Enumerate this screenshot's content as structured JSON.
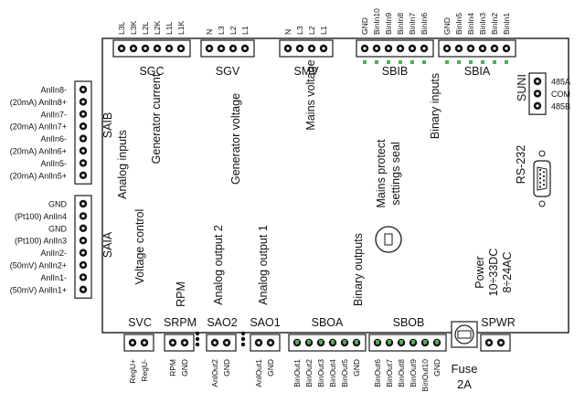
{
  "top_connectors": [
    {
      "label": "SGC",
      "pins": [
        "L3L",
        "L3K",
        "L2L",
        "L2K",
        "L1L",
        "L1K"
      ],
      "title": "Generator current"
    },
    {
      "label": "SGV",
      "pins": [
        "N",
        "L3",
        "L2",
        "L1"
      ],
      "title": "Generator voltage"
    },
    {
      "label": "SMV",
      "pins": [
        "N",
        "L3",
        "L2",
        "L1"
      ],
      "title": "Mains voltage"
    },
    {
      "label": "SBIB",
      "pins": [
        "GND",
        "BinIn10",
        "BinIn9",
        "BinIn8",
        "BinIn7",
        "BinIn6"
      ],
      "title": "Binary inputs"
    },
    {
      "label": "SBIA",
      "pins": [
        "GND",
        "BinIn5",
        "BinIn4",
        "BinIn3",
        "BinIn2",
        "BinIn1"
      ]
    }
  ],
  "left_connectors": [
    {
      "label": "SAIB",
      "pins": [
        "AnlIn8-",
        "(20mA) AnlIn8+",
        "AnlIn7-",
        "(20mA) AnlIn7+",
        "AnlIn6-",
        "(20mA) AnlIn6+",
        "AnlIn5-",
        "(20mA) AnlIn5+"
      ]
    },
    {
      "label": "SAIA",
      "pins": [
        "GND",
        "(Pt100) AnlIn4",
        "GND",
        "(Pt100) AnlIn3",
        "AnlIn2-",
        "(50mV) AnlIn2+",
        "AnlIn1-",
        "(50mV) AnlIn1+"
      ]
    }
  ],
  "analog_inputs_title": "Analog inputs",
  "suni": {
    "label": "SUNI",
    "pins": [
      "485A",
      "COM",
      "485B"
    ]
  },
  "rs232": {
    "label": "RS-232"
  },
  "seal": {
    "title_line1": "Mains protect",
    "title_line2": "settings seal"
  },
  "binary_outputs_title": "Binary outputs",
  "bottom_connectors": [
    {
      "label": "SVC",
      "pins": [
        "RegU+",
        "RegU-"
      ],
      "title": "Voltage control"
    },
    {
      "label": "SRPM",
      "pins": [
        "RPM",
        "GND"
      ],
      "title": "RPM"
    },
    {
      "label": "SAO2",
      "pins": [
        "AnlOut2",
        "GND"
      ],
      "title": "Analog output 2"
    },
    {
      "label": "SAO1",
      "pins": [
        "AnlOut1",
        "GND"
      ],
      "title": "Analog output 1"
    },
    {
      "label": "SBOA",
      "pins": [
        "BinOut1",
        "BinOut2",
        "BinOut3",
        "BinOut4",
        "BinOut5",
        "GND"
      ]
    },
    {
      "label": "SBOB",
      "pins": [
        "BinOut6",
        "BinOut7",
        "BinOut8",
        "BinOut9",
        "BinOut10",
        "GND"
      ]
    },
    {
      "label": "SPWR",
      "pins": []
    }
  ],
  "power": {
    "line1": "Power",
    "line2": "10÷33DC",
    "line3": "8÷24AC"
  },
  "fuse": {
    "line1": "Fuse",
    "line2": "2A"
  },
  "colors": {
    "line": "#1a1a1a",
    "led": "#4caf50",
    "screw": "#111111"
  }
}
